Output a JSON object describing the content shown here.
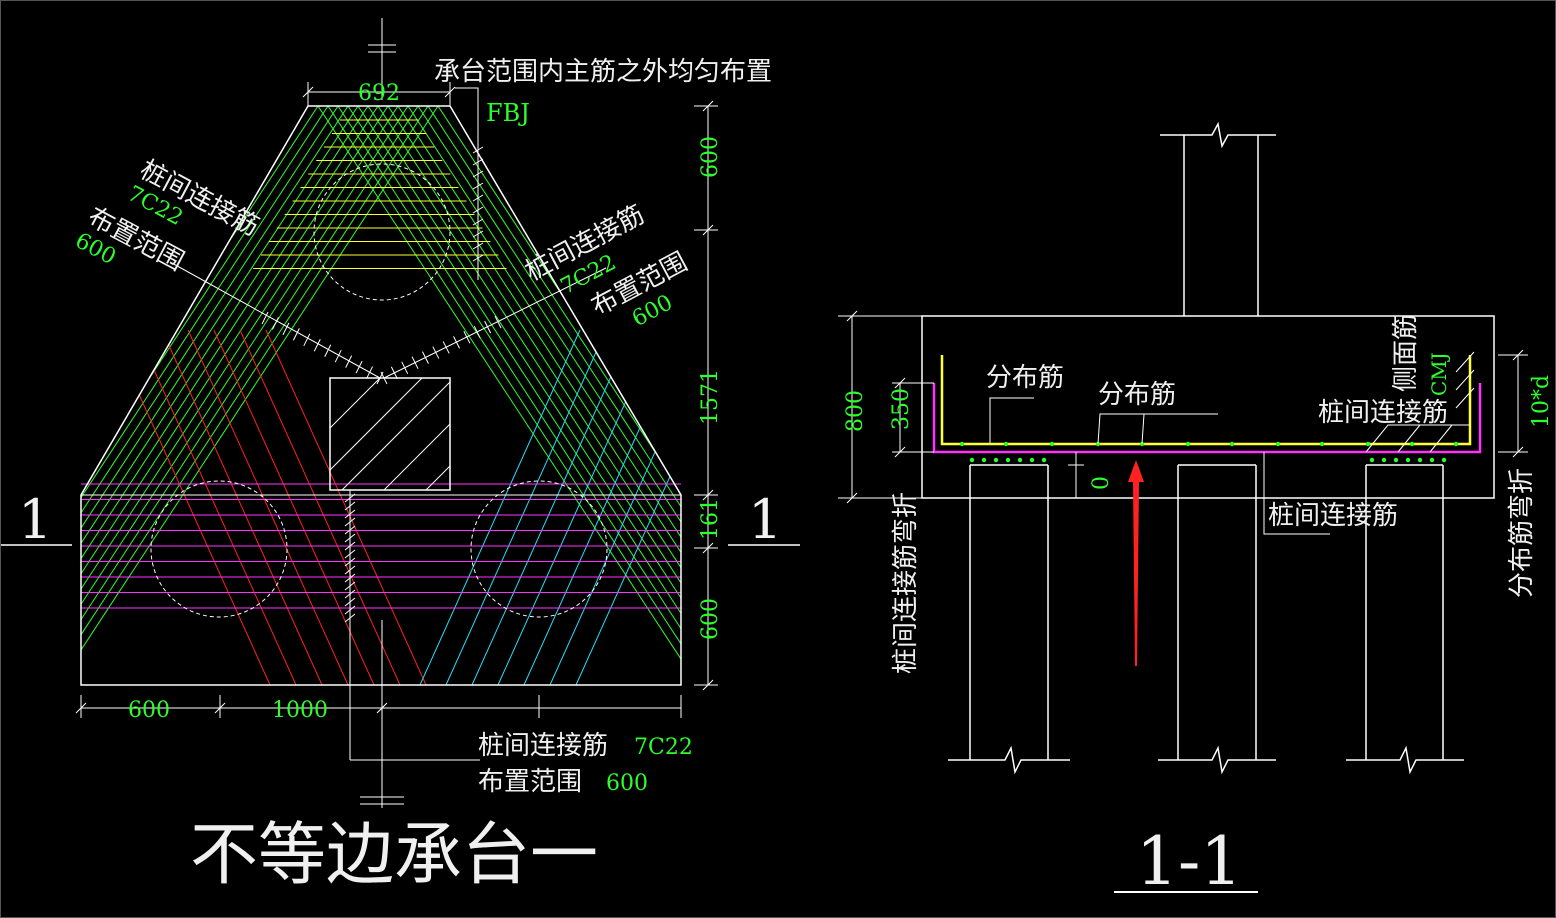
{
  "plan": {
    "title": "不等边承台一",
    "section_mark": "1",
    "note_top": "承台范围内主筋之外均匀布置",
    "fbj": "FBJ",
    "left_conn_label": "桩间连接筋",
    "left_conn_spec": "7C22",
    "left_range_label": "布置范围",
    "left_range_value": "600",
    "right_conn_label": "桩间连接筋",
    "right_conn_spec": "7C22",
    "right_range_label": "布置范围",
    "right_range_value": "600",
    "bottom_conn_label": "桩间连接筋",
    "bottom_conn_spec": "7C22",
    "bottom_range_label": "布置范围",
    "bottom_range_value": "600",
    "dims": {
      "top_width": "692",
      "right_1": "600",
      "right_2": "1571",
      "right_3": "161",
      "right_4": "600",
      "bottom_1": "600",
      "bottom_2": "1000"
    }
  },
  "section": {
    "title": "1-1",
    "dist_bar_1": "分布筋",
    "dist_bar_2": "分布筋",
    "side_bar": "侧面筋",
    "cmj": "CMJ",
    "conn_bar_right": "桩间连接筋",
    "conn_bar_bottom": "桩间连接筋",
    "conn_bend": "桩间连接筋弯折",
    "dist_bend": "分布筋弯折",
    "dims": {
      "height": "800",
      "depth": "350",
      "zero": "0",
      "bend": "10*d"
    }
  },
  "colors": {
    "background": "#000000",
    "outline": "#ffffff",
    "green": "#2cff2c",
    "yellow": "#ffff33",
    "magenta": "#ff33ff",
    "red": "#ff2020",
    "cyan": "#20e0ff",
    "arrow": "#ff2222"
  }
}
